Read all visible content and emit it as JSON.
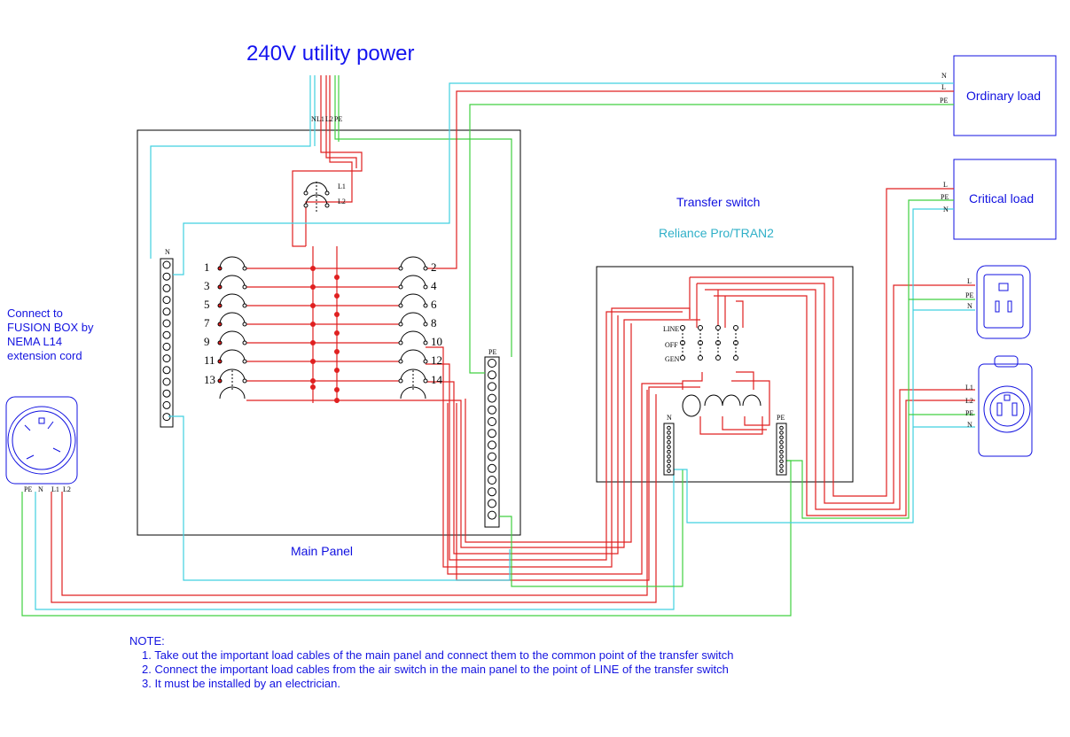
{
  "title": "240V utility power",
  "main_panel": {
    "label": "Main Panel",
    "top_terminals": [
      "N",
      "L1",
      "L2",
      "PE"
    ],
    "main_breaker_labels": [
      "L1",
      "L2"
    ],
    "breaker_numbers_left": [
      "1",
      "3",
      "5",
      "7",
      "9",
      "11",
      "13"
    ],
    "breaker_numbers_right": [
      "2",
      "4",
      "6",
      "8",
      "10",
      "12",
      "14"
    ],
    "n_bar_label": "N",
    "pe_bar_label": "PE"
  },
  "transfer_switch": {
    "title": "Transfer switch",
    "model": "Reliance Pro/TRAN2",
    "positions": [
      "LINE",
      "OFF",
      "GEN"
    ],
    "n_bar_label": "N",
    "pe_bar_label": "PE"
  },
  "ordinary_load": {
    "label": "Ordinary load",
    "terminals": [
      "N",
      "L",
      "PE"
    ]
  },
  "critical_load": {
    "label": "Critical load",
    "terminals": [
      "L",
      "PE",
      "N"
    ]
  },
  "outlet_120": {
    "terminals": [
      "L",
      "PE",
      "N"
    ]
  },
  "outlet_240": {
    "terminals": [
      "L1",
      "L2",
      "PE",
      "N"
    ]
  },
  "fusion_box": {
    "text": "Connect to FUSION BOX by NEMA L14 extension cord",
    "terminals": [
      "PE",
      "N",
      "L1",
      "L2"
    ]
  },
  "notes": {
    "heading": "NOTE:",
    "items": [
      "1. Take out the important load cables of the main panel and connect them to the common point of the transfer switch",
      "2. Connect the important load cables from the air switch in the main panel to the point of LINE of the transfer switch",
      "3. It must be installed by an electrician."
    ]
  },
  "colors": {
    "hot": "#e02020",
    "neutral": "#40d0e0",
    "ground": "#40d040",
    "outline": "#000000",
    "text_blue": "#1414e0"
  }
}
